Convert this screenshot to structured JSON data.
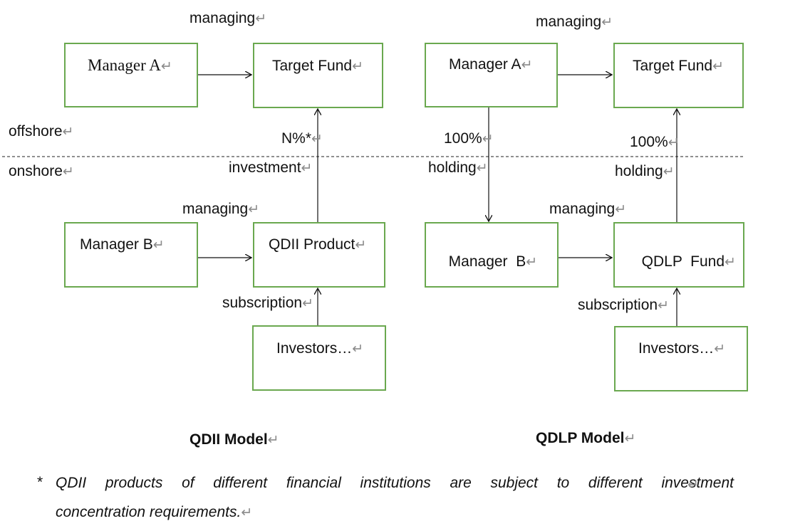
{
  "return_mark": "↵",
  "qdii": {
    "manager_a": "Manager A",
    "target_fund": "Target Fund",
    "manager_b": "Manager B",
    "product": "QDII Product",
    "investors": "Investors…",
    "managing_top": "managing",
    "managing_bottom": "managing",
    "n_pct": "N%*",
    "investment": "investment",
    "subscription": "subscription",
    "title": "QDII Model"
  },
  "qdlp": {
    "manager_a": "Manager A",
    "target_fund": "Target Fund",
    "manager_b": "Manager  B",
    "fund": "QDLP  Fund",
    "investors": "Investors…",
    "managing_top": "managing",
    "managing_bottom": "managing",
    "pct_left": "100%",
    "holding_left": "holding",
    "pct_right": "100%",
    "holding_right": "holding",
    "subscription": "subscription",
    "title": "QDLP Model"
  },
  "zones": {
    "offshore": "offshore",
    "onshore": "onshore"
  },
  "footnote": {
    "star": "*",
    "line1": "QDII products of different financial institutions are subject to different investment",
    "line2": "concentration requirements."
  },
  "colors": {
    "box_border": "#6aa84f",
    "return_mark": "#8a8a8a"
  }
}
